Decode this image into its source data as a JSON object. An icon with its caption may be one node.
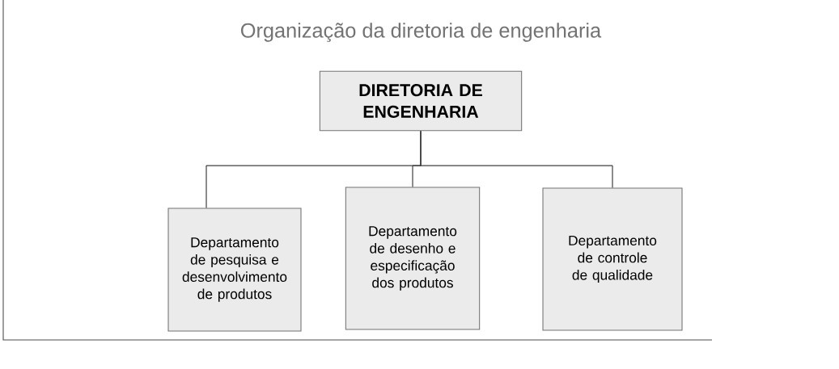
{
  "diagram": {
    "title": "Organização da diretoria de engenharia",
    "nodes": [
      {
        "text": [
          "DIRETORIA DE ENGENHARIA"
        ]
      },
      {
        "text": [
          "Departamento de pesquisa e desenvolvimento de produtos"
        ]
      },
      {
        "text": [
          "Departamento de desenho e especificação dos produtos"
        ]
      },
      {
        "text": [
          "Departamento de controle de qualidade"
        ]
      }
    ],
    "edges": [
      {
        "from": 0,
        "to": 1,
        "arrow": "none"
      },
      {
        "from": 0,
        "to": 2,
        "arrow": "none"
      },
      {
        "from": 0,
        "to": 3,
        "arrow": "none"
      }
    ]
  }
}
